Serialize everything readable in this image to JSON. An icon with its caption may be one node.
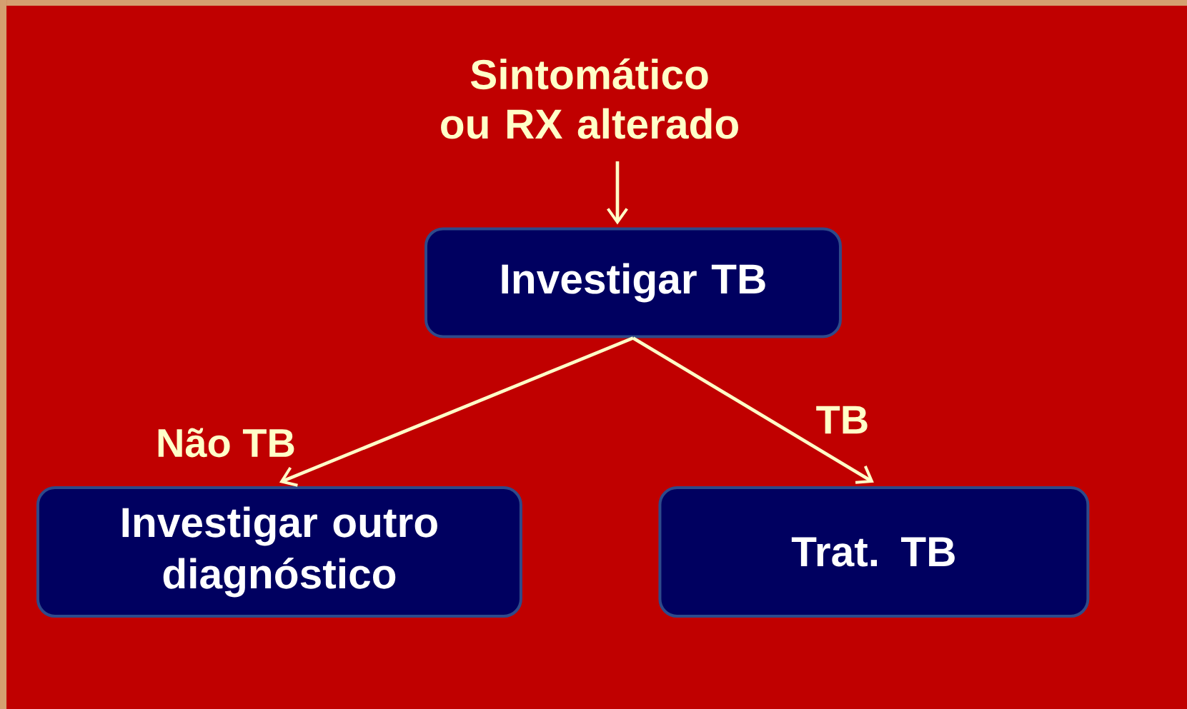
{
  "diagram": {
    "nodes": [
      {
        "text": [
          "Sintomático ou RX alterado"
        ]
      },
      {
        "text": [
          "Investigar TB"
        ]
      },
      {
        "text": [
          "Investigar outro diagnóstico"
        ]
      },
      {
        "text": [
          "Trat. TB"
        ]
      }
    ],
    "edges": [
      {
        "from": 0,
        "to": 1,
        "arrow": "to"
      },
      {
        "from": 1,
        "to": 2,
        "arrow": "to",
        "label": "Não TB"
      },
      {
        "from": 1,
        "to": 3,
        "arrow": "to",
        "label": "TB"
      }
    ]
  }
}
